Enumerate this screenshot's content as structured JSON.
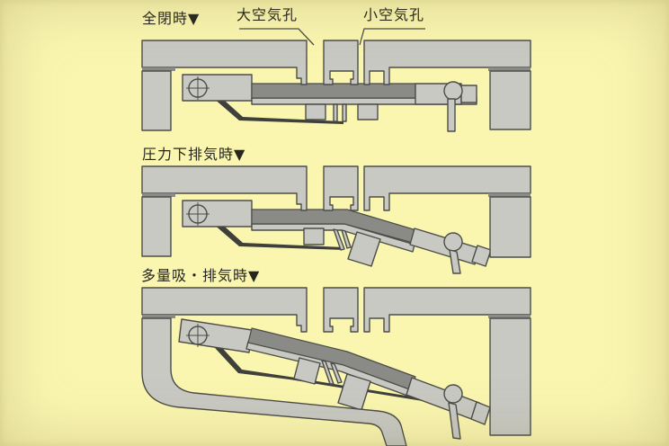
{
  "page": {
    "background": "#FAF6B0",
    "kind": "air-valve-cross-section-diagram"
  },
  "colors": {
    "metal_light": "#C8C9C3",
    "metal_dark": "#8A8B86",
    "outline": "#4C4D49",
    "text": "#26261F"
  },
  "callouts": {
    "large_air_hole": "大空気孔",
    "small_air_hole": "小空気孔"
  },
  "diagrams": [
    {
      "id": "fully-closed",
      "label": "全閉時▼"
    },
    {
      "id": "pressure-exhaust",
      "label": "圧力下排気時▼"
    },
    {
      "id": "large-intake-exhaust",
      "label": "多量吸・排気時▼"
    }
  ]
}
